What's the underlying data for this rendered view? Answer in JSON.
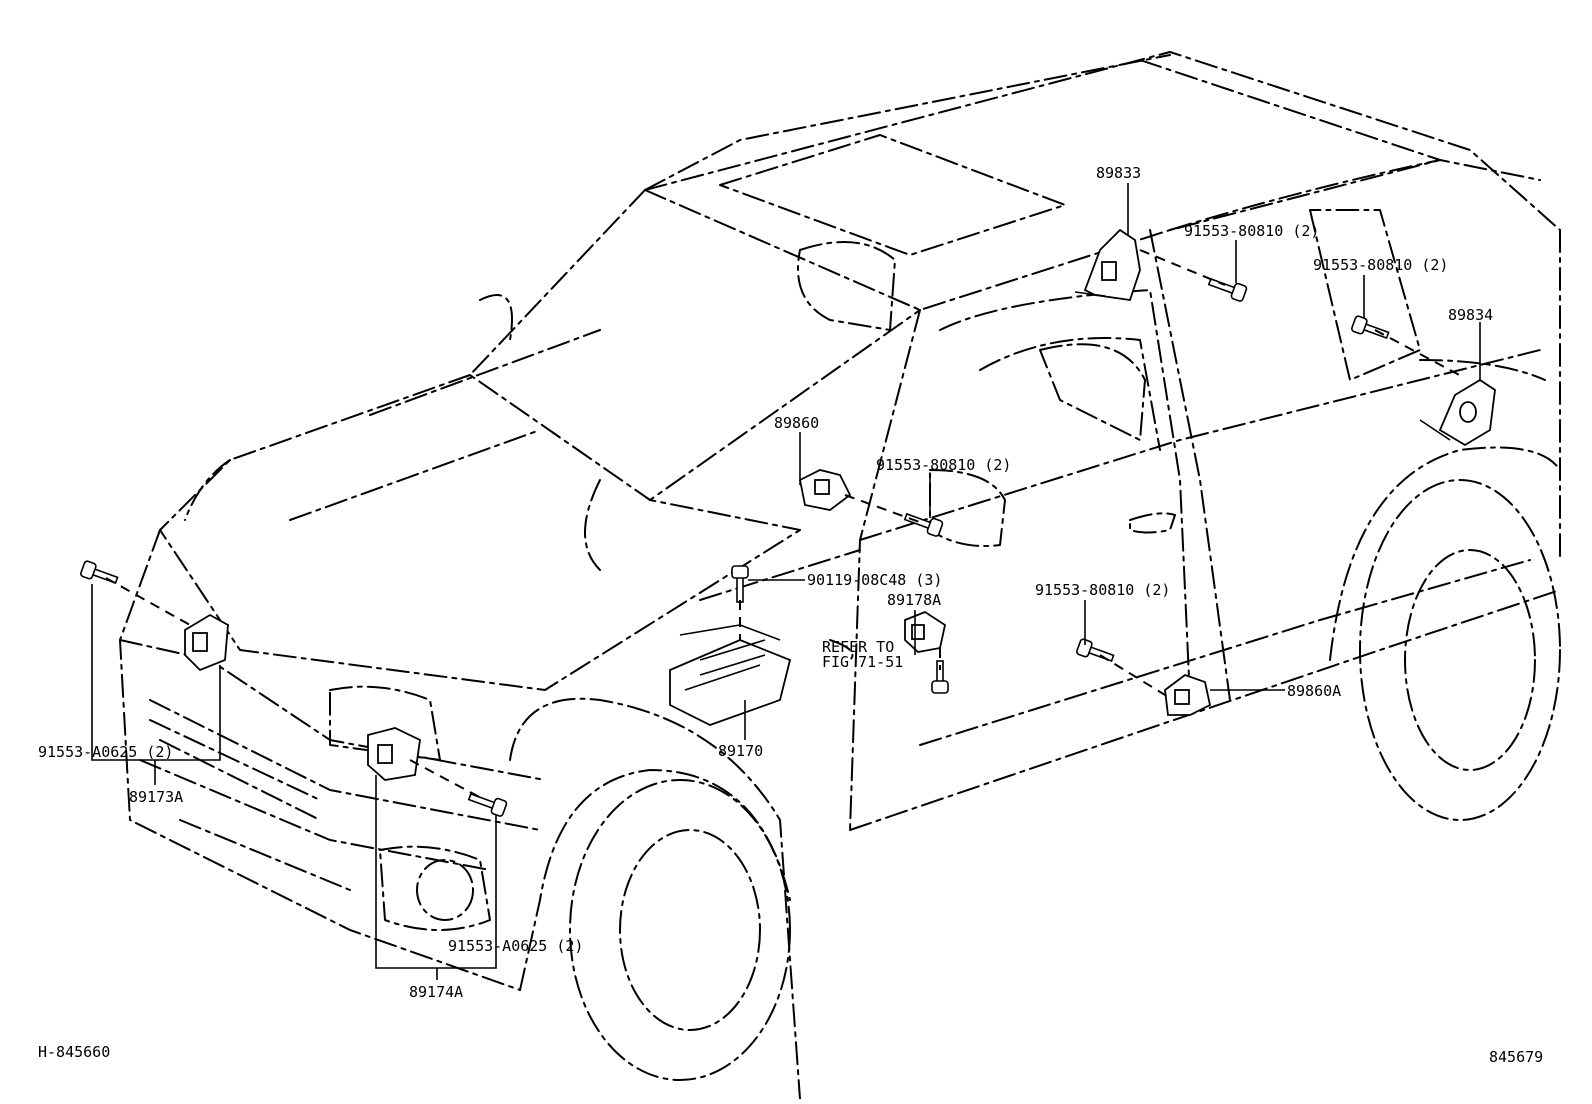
{
  "labels": {
    "p89833": "89833",
    "p89834": "89834",
    "p89860": "89860",
    "p89860A": "89860A",
    "p89178A": "89178A",
    "p89170": "89170",
    "p89173A": "89173A",
    "p89174A": "89174A",
    "b_top1": "91553-80810 (2)",
    "b_top2": "91553-80810 (2)",
    "b_mid": "91553-80810 (2)",
    "b_low": "91553-80810 (2)",
    "b_90119": "90119-08C48 (3)",
    "b_a0625_left": "91553-A0625 (2)",
    "b_a0625_bottom": "91553-A0625 (2)",
    "refer_line1": "REFER TO",
    "refer_line2": "FIG 71-51",
    "ref_left": "H-845660",
    "ref_right": "845679"
  },
  "icons": {
    "bolt": "bolt-icon",
    "sensor": "sensor-icon",
    "ecu": "airbag-ecu-icon"
  }
}
